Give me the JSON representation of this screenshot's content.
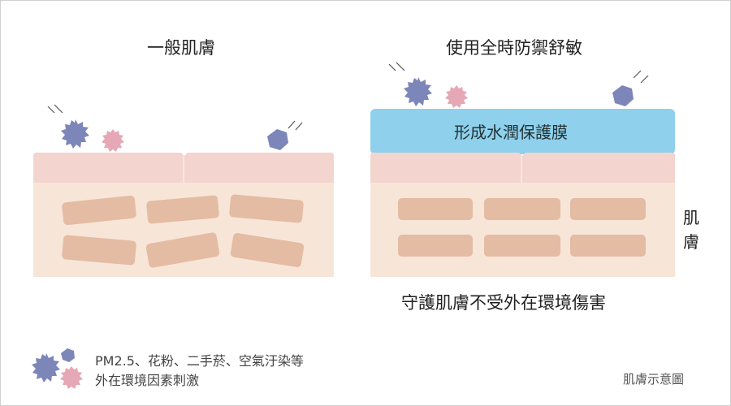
{
  "left_panel": {
    "title": "一般肌膚"
  },
  "right_panel": {
    "title": "使用全時防禦舒敏",
    "shield_label": "形成水潤保護膜",
    "caption": "守護肌膚不受外在環境傷害"
  },
  "side_label": "肌膚",
  "legend": {
    "line1": "PM2.5、花粉、二手菸、空氣汙染等",
    "line2": "外在環境因素刺激"
  },
  "footer_caption": "肌膚示意圖",
  "colors": {
    "pollutant_blue": "#7d86b8",
    "pollutant_pink": "#e6a8b6",
    "shield": "#8fd0ec",
    "skin_top": "#f4d4cf",
    "skin_lower": "#f7e5d8",
    "cell": "#e4bba3"
  }
}
